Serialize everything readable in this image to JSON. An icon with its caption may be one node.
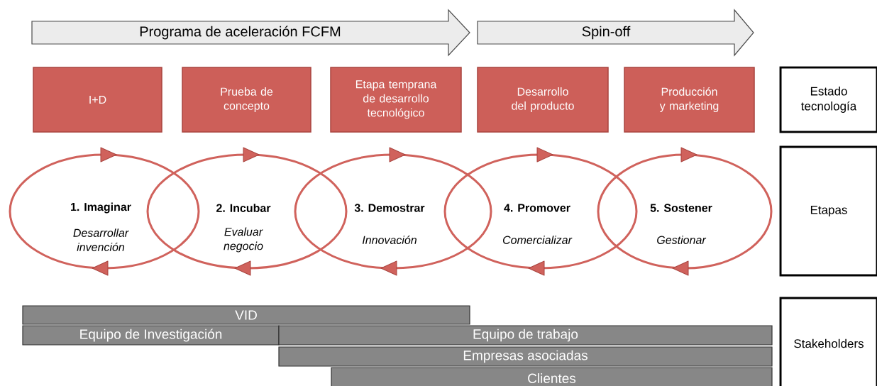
{
  "diagram": {
    "nodes": [
      {
        "text": [
          "Programa de aceleración FCFM"
        ]
      },
      {
        "text": [
          "Spin-off"
        ]
      },
      {
        "text": [
          "I+D"
        ]
      },
      {
        "text": [
          "Prueba de concepto"
        ]
      },
      {
        "text": [
          "Etapa temprana de desarrollo tecnológico"
        ]
      },
      {
        "text": [
          "Desarrollo del producto"
        ]
      },
      {
        "text": [
          "Producción y marketing"
        ]
      },
      {
        "text": [
          "Estado tecnología"
        ]
      },
      {
        "text": [
          "1. Imaginar",
          "Desarrollar invención"
        ]
      },
      {
        "text": [
          "2. Incubar",
          "Evaluar negocio"
        ]
      },
      {
        "text": [
          "3. Demostrar",
          "Innovación"
        ]
      },
      {
        "text": [
          "4. Promover",
          "Comercializar"
        ]
      },
      {
        "text": [
          "5. Sostener",
          "Gestionar"
        ]
      },
      {
        "text": [
          "Etapas"
        ]
      },
      {
        "text": [
          "VID"
        ]
      },
      {
        "text": [
          "Equipo de Investigación"
        ]
      },
      {
        "text": [
          "Equipo de trabajo"
        ]
      },
      {
        "text": [
          "Empresas asociadas"
        ]
      },
      {
        "text": [
          "Clientes"
        ]
      },
      {
        "text": [
          "Stakeholders"
        ]
      }
    ],
    "edges": []
  }
}
